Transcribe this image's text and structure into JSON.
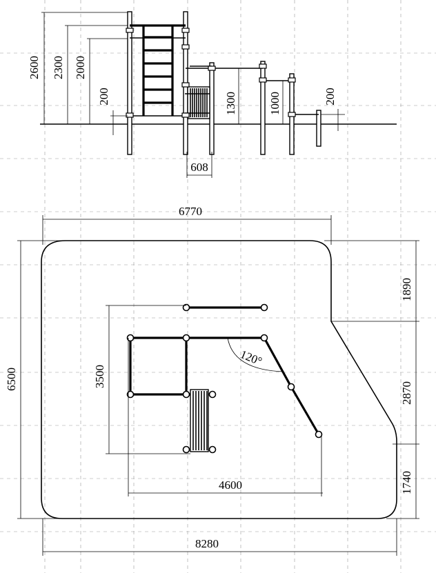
{
  "elevation": {
    "dims": {
      "h2600": "2600",
      "h2300": "2300",
      "h2000": "2000",
      "h200a": "200",
      "h1300": "1300",
      "h1000": "1000",
      "h200b": "200",
      "w608": "608"
    }
  },
  "plan": {
    "dims": {
      "w6770": "6770",
      "h6500": "6500",
      "h1890": "1890",
      "h2870": "2870",
      "h1740": "1740",
      "h3500": "3500",
      "w4600": "4600",
      "w8280": "8280",
      "angle": "120°"
    }
  }
}
